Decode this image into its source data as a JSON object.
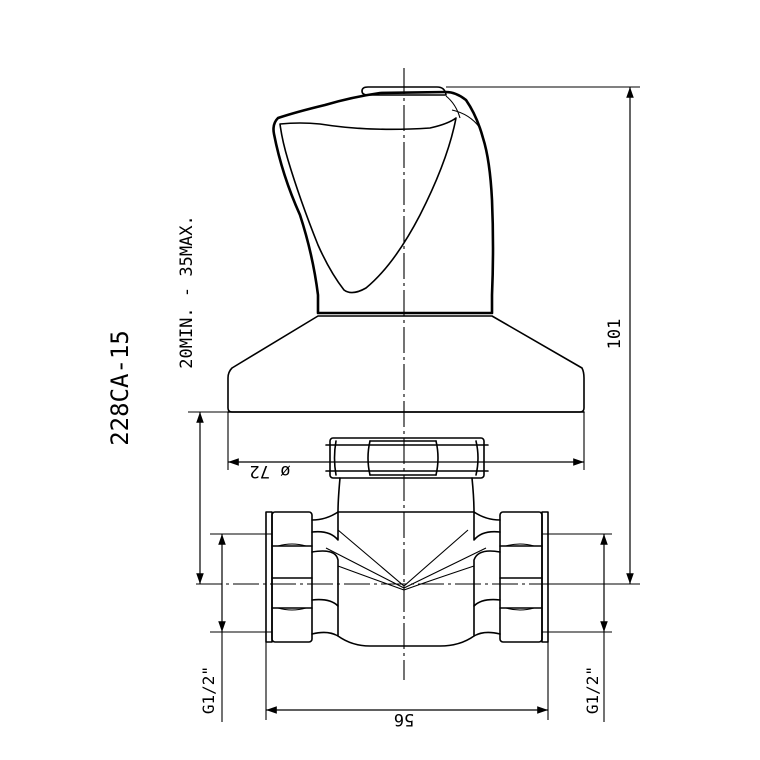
{
  "model_code": "228CA-15",
  "wall_depth_range": "20MIN. - 35MAX.",
  "dimensions": {
    "height": "101",
    "rosette_diameter": "ø 72",
    "body_width": "56",
    "thread_left": "G1/2\"",
    "thread_right": "G1/2\""
  }
}
